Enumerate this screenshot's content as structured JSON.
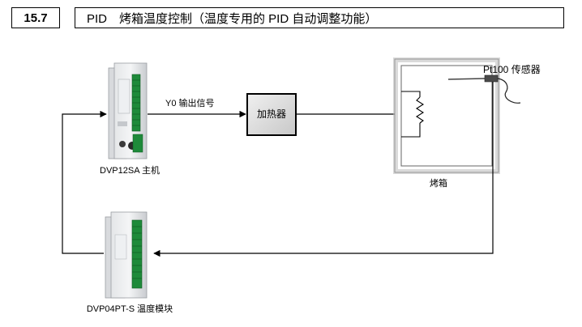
{
  "header": {
    "section_number": "15.7",
    "title": "PID　烤箱温度控制（温度专用的 PID 自动调整功能）"
  },
  "diagram": {
    "plc_label": "DVP12SA 主机",
    "signal_label": "Y0 输出信号",
    "heater_label": "加热器",
    "oven_label": "烤箱",
    "sensor_label": "Pt100 传感器",
    "module_label": "DVP04PT-S 温度模块"
  }
}
